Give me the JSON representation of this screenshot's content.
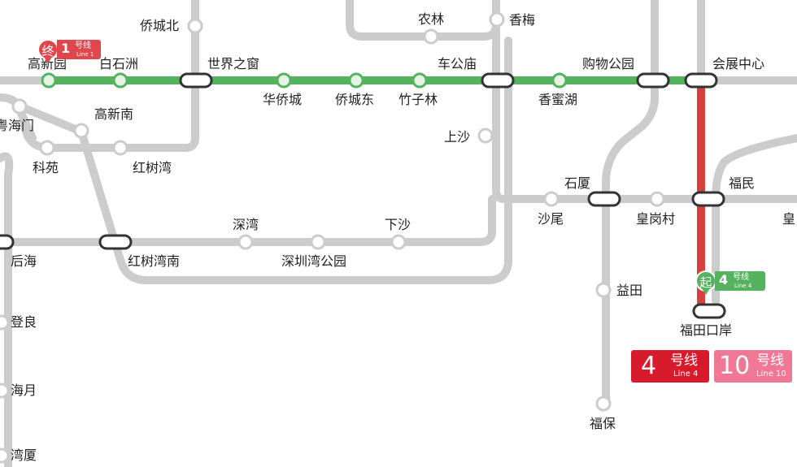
{
  "colors": {
    "line1": "#55b35f",
    "line4": "#d8403e",
    "line10": "#f07896",
    "other_lines": "#cccccc",
    "station_dot": "#cccccc"
  },
  "stations": {
    "qiaochengbei": "侨城北",
    "nonglin": "农林",
    "xiangmei": "香梅",
    "gaoxinyuan": "高新园",
    "baishizhou": "白石洲",
    "shijiezhichuang": "世界之窗",
    "chegongmiao": "车公庙",
    "gouwugongyuan": "购物公园",
    "huizhanzhongxin": "会展中心",
    "huaqiaocheng": "华侨城",
    "qiaochengdong": "侨城东",
    "zhuzilin": "竹子林",
    "xiangmihu": "香蜜湖",
    "gaoxinnan": "高新南",
    "yuehaimen": "粤海门",
    "keyuan": "科苑",
    "hongshuwan": "红树湾",
    "shangsha": "上沙",
    "shixia": "石厦",
    "fumin": "福民",
    "shawei": "沙尾",
    "huanggangcun": "皇岗村",
    "huang_edge": "皇",
    "shenwan": "深湾",
    "xiasha": "下沙",
    "houhai": "后海",
    "hongshuwannan": "红树湾南",
    "shenzhenwangongyuan": "深圳湾公园",
    "yitian": "益田",
    "futiankouan": "福田口岸",
    "dengliang": "登良",
    "haiyue": "海月",
    "wanxia": "湾厦",
    "fubao": "福保"
  },
  "pins": {
    "terminus": {
      "symbol": "终",
      "line_num": "1",
      "haoxian": "号线",
      "en": "Line 1"
    },
    "origin": {
      "symbol": "起",
      "line_num": "4",
      "haoxian": "号线",
      "en": "Line 4"
    }
  },
  "badges": {
    "line4": {
      "num": "4",
      "haoxian": "号线",
      "en": "Line 4"
    },
    "line10": {
      "num": "10",
      "haoxian": "号线",
      "en": "Line 10"
    }
  }
}
